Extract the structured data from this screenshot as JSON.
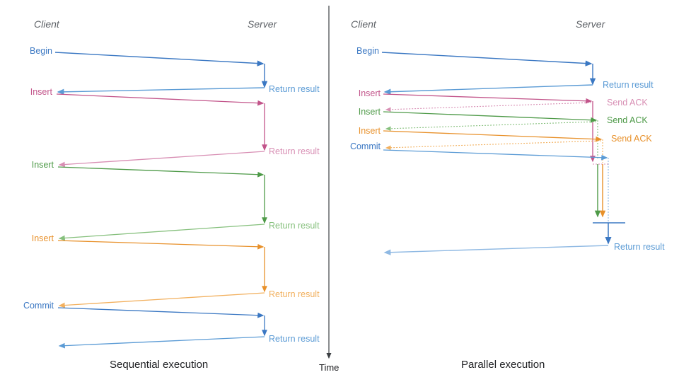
{
  "palette": {
    "blue_dark": "#3b78c3",
    "blue": "#5b9bd5",
    "blue_light": "#8fb9e3",
    "pink": "#c2548a",
    "pink_light": "#d88fb4",
    "green": "#4e9a48",
    "green_light": "#86c07d",
    "orange": "#e8912b",
    "orange_light": "#f2b05e",
    "axis": "#3c4043",
    "role_text": "#5f6368",
    "caption_text": "#202124"
  },
  "time_axis": {
    "label": "Time"
  },
  "panels": [
    {
      "id": "sequential",
      "caption": "Sequential execution",
      "roles": {
        "client": "Client",
        "server": "Server"
      },
      "client_labels": [
        {
          "text": "Begin",
          "color": "blue_dark"
        },
        {
          "text": "Insert",
          "color": "pink"
        },
        {
          "text": "Insert",
          "color": "green"
        },
        {
          "text": "Insert",
          "color": "orange"
        },
        {
          "text": "Commit",
          "color": "blue_dark"
        }
      ],
      "server_labels": [
        {
          "text": "Return result",
          "color": "blue_dark"
        },
        {
          "text": "Return result",
          "color": "pink"
        },
        {
          "text": "Return result",
          "color": "green"
        },
        {
          "text": "Return result",
          "color": "orange"
        },
        {
          "text": "Return result",
          "color": "blue_dark"
        }
      ]
    },
    {
      "id": "parallel",
      "caption": "Parallel execution",
      "roles": {
        "client": "Client",
        "server": "Server"
      },
      "client_labels": [
        {
          "text": "Begin",
          "color": "blue_dark"
        },
        {
          "text": "Insert",
          "color": "pink"
        },
        {
          "text": "Insert",
          "color": "green"
        },
        {
          "text": "Insert",
          "color": "orange"
        },
        {
          "text": "Commit",
          "color": "blue_dark"
        }
      ],
      "server_labels": [
        {
          "text": "Return result",
          "color": "blue_dark"
        },
        {
          "text": "Send ACK",
          "color": "pink"
        },
        {
          "text": "Send ACK",
          "color": "green"
        },
        {
          "text": "Send ACK",
          "color": "orange"
        },
        {
          "text": "Return result",
          "color": "blue_dark"
        }
      ]
    }
  ]
}
